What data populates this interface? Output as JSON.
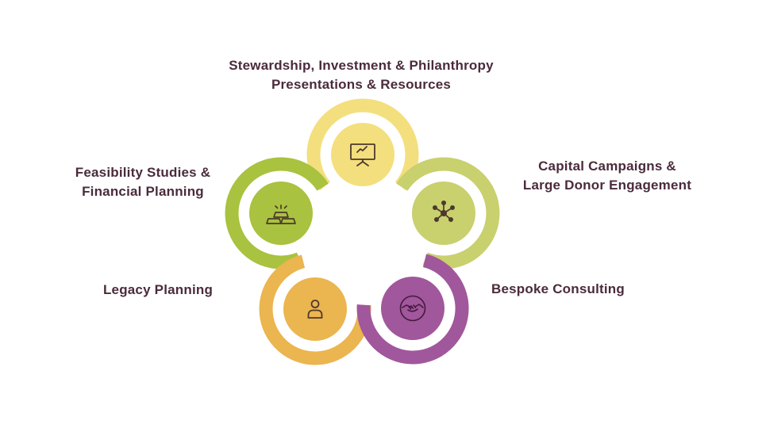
{
  "background": "#FFFFFF",
  "colors": {
    "text": "#4A2B3C"
  },
  "diagram": {
    "type": "five-petal-cycle",
    "nodes": [
      {
        "id": "presentations",
        "line1": "Stewardship, Investment & Philanthropy",
        "line2": "Presentations & Resources",
        "color": "#F3DF7D",
        "icon": "presentation-board-icon",
        "icon_color": "#4D392D"
      },
      {
        "id": "feasibility",
        "line1": "Feasibility Studies &",
        "line2": "Financial Planning",
        "color": "#A9C23F",
        "icon": "gold-bars-icon",
        "icon_color": "#4D392D"
      },
      {
        "id": "capital",
        "line1": "Capital Campaigns &",
        "line2": "Large Donor Engagement",
        "color": "#C9D06E",
        "icon": "network-icon",
        "icon_color": "#4D392D"
      },
      {
        "id": "legacy",
        "line1": "Legacy Planning",
        "line2": "",
        "color": "#EBB54F",
        "icon": "person-icon",
        "icon_color": "#4D392D"
      },
      {
        "id": "bespoke",
        "line1": "Bespoke Consulting",
        "line2": "",
        "color": "#A1579B",
        "icon": "handshake-icon",
        "icon_color": "#441A3E"
      }
    ]
  }
}
